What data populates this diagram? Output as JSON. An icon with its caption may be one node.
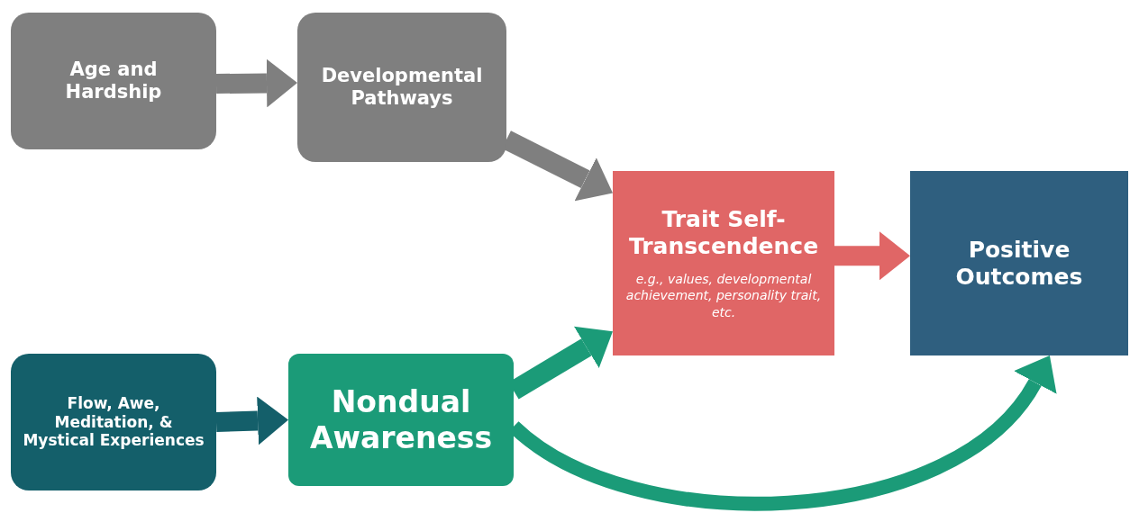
{
  "diagram": {
    "nodes": [
      {
        "text": [
          "Age and Hardship"
        ]
      },
      {
        "text": [
          "Developmental Pathways"
        ]
      },
      {
        "text": [
          "Trait Self-Transcendence",
          "e.g., values, developmental achievement, personality trait, etc."
        ]
      },
      {
        "text": [
          "Positive Outcomes"
        ]
      },
      {
        "text": [
          "Flow, Awe, Meditation, & Mystical Experiences"
        ]
      },
      {
        "text": [
          "Nondual Awareness"
        ]
      }
    ],
    "edges": [
      {
        "from": 0,
        "to": 1,
        "arrow": "to",
        "color": "#7f7f7f"
      },
      {
        "from": 1,
        "to": 2,
        "arrow": "to",
        "color": "#7f7f7f"
      },
      {
        "from": 2,
        "to": 3,
        "arrow": "to",
        "color": "#e06666"
      },
      {
        "from": 4,
        "to": 5,
        "arrow": "to",
        "color": "#145f6a"
      },
      {
        "from": 5,
        "to": 2,
        "arrow": "to",
        "color": "#1b9b78"
      },
      {
        "from": 5,
        "to": 3,
        "arrow": "to",
        "color": "#1b9b78"
      }
    ]
  }
}
